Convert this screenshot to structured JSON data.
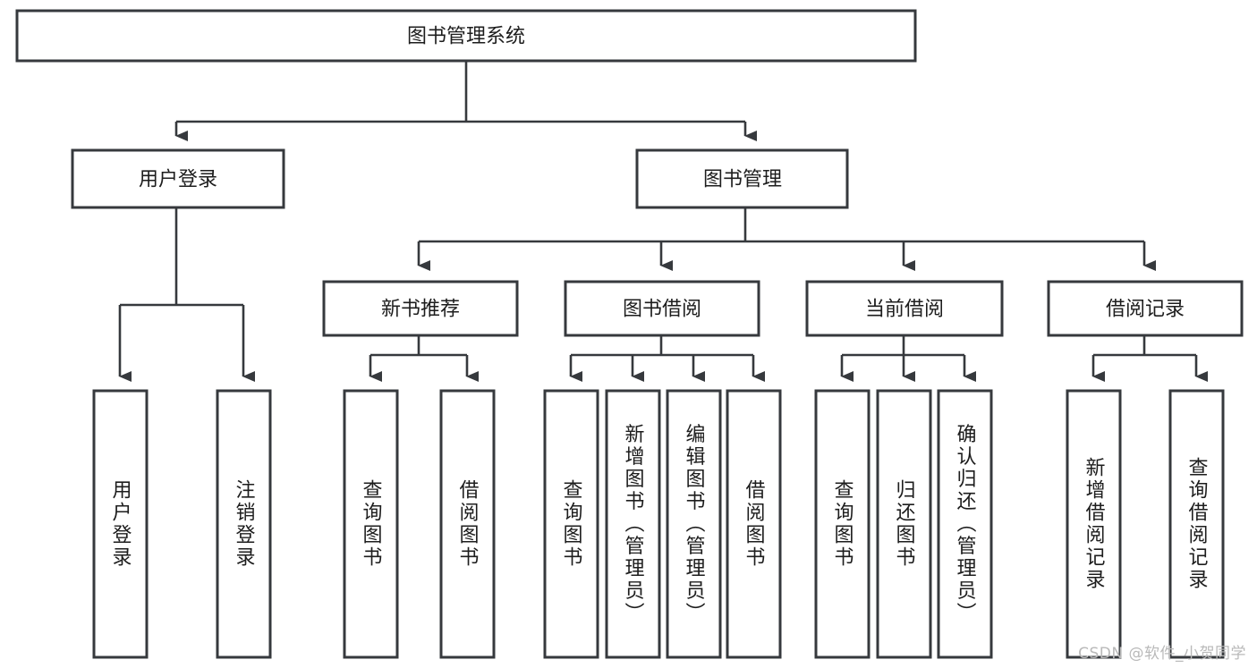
{
  "diagram": {
    "title": "图书管理系统",
    "type": "hierarchy-tree",
    "orientation": "top-down",
    "colors": {
      "node_stroke": "#36393d",
      "node_fill": "#ffffff",
      "edge": "#36393d",
      "text": "#1d1d1d",
      "watermark": "#b9b9b9",
      "background": "#ffffff"
    },
    "levels": {
      "root": {
        "label": "图书管理系统"
      },
      "level2": [
        {
          "label": "用户登录"
        },
        {
          "label": "图书管理"
        }
      ],
      "level3": [
        {
          "label": "新书推荐"
        },
        {
          "label": "图书借阅"
        },
        {
          "label": "当前借阅"
        },
        {
          "label": "借阅记录"
        }
      ],
      "leaves": {
        "user_login": [
          {
            "label": "用户登录"
          },
          {
            "label": "注销登录"
          }
        ],
        "new_book_recommend": [
          {
            "label": "查询图书"
          },
          {
            "label": "借阅图书"
          }
        ],
        "book_borrow": [
          {
            "label": "查询图书"
          },
          {
            "label": "新增图书（管理员）"
          },
          {
            "label": "编辑图书（管理员）"
          },
          {
            "label": "借阅图书"
          }
        ],
        "current_borrow": [
          {
            "label": "查询图书"
          },
          {
            "label": "归还图书"
          },
          {
            "label": "确认归还（管理员）"
          }
        ],
        "borrow_record": [
          {
            "label": "新增借阅记录"
          },
          {
            "label": "查询借阅记录"
          }
        ]
      }
    }
  },
  "watermark": {
    "text": "CSDN @软件_小贺同学"
  }
}
